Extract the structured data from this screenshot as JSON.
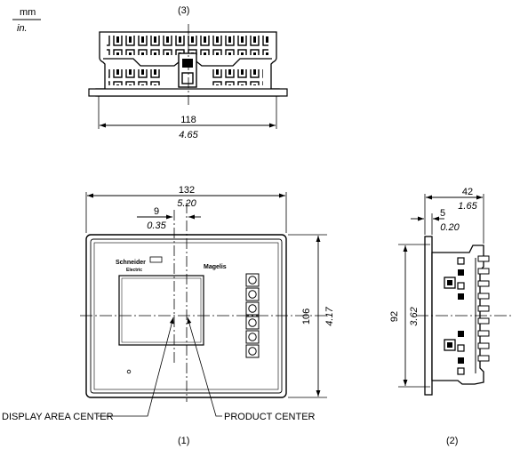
{
  "units": {
    "primary": "mm",
    "secondary": "in."
  },
  "views": {
    "top": {
      "label": "(3)"
    },
    "front": {
      "label": "(1)"
    },
    "side": {
      "label": "(2)"
    }
  },
  "dimensions": {
    "top_width": {
      "mm": "118",
      "in": "4.65"
    },
    "front_width": {
      "mm": "132",
      "in": "5.20"
    },
    "display_offset": {
      "mm": "9",
      "in": "0.35"
    },
    "front_height": {
      "mm": "106",
      "in": "4.17"
    },
    "side_depth": {
      "mm": "42",
      "in": "1.65"
    },
    "side_bezel": {
      "mm": "5",
      "in": "0.20"
    },
    "side_height": {
      "mm": "92",
      "in": "3.62"
    }
  },
  "callouts": {
    "display_area_center": "DISPLAY AREA CENTER",
    "product_center": "PRODUCT CENTER"
  },
  "product": {
    "brand_top": "Schneider",
    "brand_bottom": "Electric",
    "model": "Magelis"
  }
}
